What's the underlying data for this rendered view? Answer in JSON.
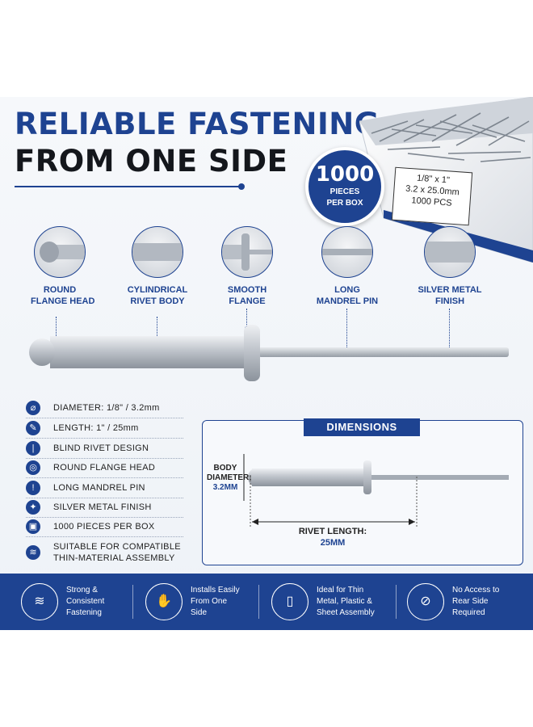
{
  "title": {
    "line1": "RELIABLE FASTENING",
    "line2": "FROM ONE SIDE"
  },
  "badge": {
    "count": "1000",
    "line1": "PIECES",
    "line2": "PER BOX"
  },
  "box_label": {
    "line1": "1/8\" x 1\"",
    "line2": "3.2 x 25.0mm",
    "line3": "1000 PCS"
  },
  "callouts": [
    {
      "line1": "ROUND",
      "line2": "FLANGE HEAD"
    },
    {
      "line1": "CYLINDRICAL",
      "line2": "RIVET BODY"
    },
    {
      "line1": "SMOOTH",
      "line2": "FLANGE"
    },
    {
      "line1": "LONG",
      "line2": "MANDREL PIN"
    },
    {
      "line1": "SILVER METAL",
      "line2": "FINISH"
    }
  ],
  "specs": [
    {
      "icon": "diameter-icon",
      "glyph": "⌀",
      "text": "DIAMETER: 1/8\" / 3.2mm"
    },
    {
      "icon": "pencil-icon",
      "glyph": "✎",
      "text": "LENGTH: 1\" / 25mm"
    },
    {
      "icon": "rivet-icon",
      "glyph": "|",
      "text": "BLIND RIVET DESIGN"
    },
    {
      "icon": "ring-icon",
      "glyph": "◎",
      "text": "ROUND FLANGE HEAD"
    },
    {
      "icon": "pin-icon",
      "glyph": "!",
      "text": "LONG MANDREL PIN"
    },
    {
      "icon": "sparkle-icon",
      "glyph": "✦",
      "text": "SILVER METAL FINISH"
    },
    {
      "icon": "box-icon",
      "glyph": "▣",
      "text": "1000 PIECES PER BOX"
    },
    {
      "icon": "layers-icon",
      "glyph": "≋",
      "text": "SUITABLE FOR COMPATIBLE",
      "text2": "THIN-MATERIAL ASSEMBLY"
    }
  ],
  "dimensions": {
    "heading": "DIMENSIONS",
    "body_label1": "BODY",
    "body_label2": "DIAMETER:",
    "body_value": "3.2MM",
    "length_label": "RIVET LENGTH:",
    "length_value": "25MM"
  },
  "features": [
    {
      "icon": "layers-icon",
      "glyph": "≋",
      "line1": "Strong &",
      "line2": "Consistent",
      "line3": "Fastening"
    },
    {
      "icon": "hand-tool-icon",
      "glyph": "✋",
      "line1": "Installs Easily",
      "line2": "From One",
      "line3": "Side"
    },
    {
      "icon": "sheet-icon",
      "glyph": "▯",
      "line1": "Ideal for Thin",
      "line2": "Metal, Plastic &",
      "line3": "Sheet Assembly"
    },
    {
      "icon": "no-access-icon",
      "glyph": "⊘",
      "line1": "No Access to",
      "line2": "Rear Side",
      "line3": "Required"
    }
  ],
  "colors": {
    "brand": "#1e4391",
    "text": "#14171c"
  }
}
